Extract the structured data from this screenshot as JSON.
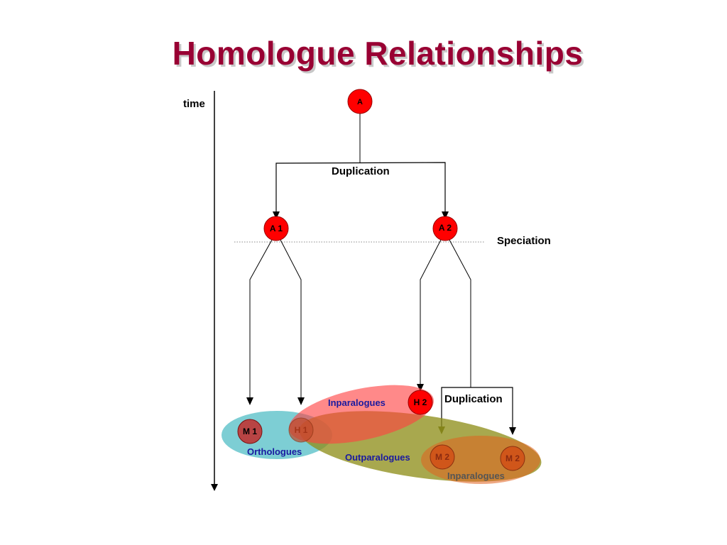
{
  "title": "Homologue Relationships",
  "time_label": "time",
  "nodes": {
    "ancestor": "A",
    "a1": "A 1",
    "a2": "A 2",
    "m1": "M 1",
    "h1": "H 1",
    "h2": "H 2",
    "m2a": "M 2",
    "m2b": "M 2"
  },
  "events": {
    "duplication_top": "Duplication",
    "speciation": "Speciation",
    "duplication_bottom": "Duplication"
  },
  "groups": {
    "orthologues": "Orthologues",
    "inparalogues_h": "Inparalogues",
    "outparalogues": "Outparalogues",
    "inparalogues_m": "Inparalogues"
  },
  "colors": {
    "title": "#990033",
    "node_fill": "#ff0000",
    "orthologues_ellipse": "#66c6cc",
    "inparalogues_ellipse": "#ff5a5a",
    "outparalogues_ellipse": "#9c9c28",
    "inparalogues_m_ellipse": "#e06a2a",
    "group_label_blue": "#1a1aa0"
  }
}
